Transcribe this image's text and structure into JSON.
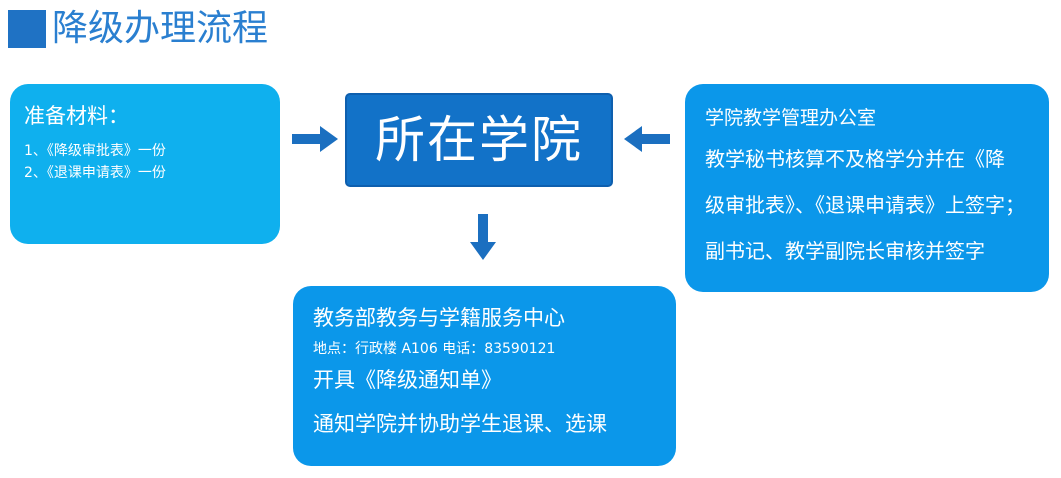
{
  "title": "降级办理流程",
  "colors": {
    "title_square": "#1f72c4",
    "title_text": "#2a7fd0",
    "materials_box": "#0fb0ee",
    "college_box": "#1272c8",
    "office_box": "#0b97ea",
    "center_box": "#0b97ea",
    "arrow": "#1b6fc0"
  },
  "materials": {
    "heading": "准备材料：",
    "items": [
      "1、《降级审批表》一份",
      "2、《退课申请表》一份"
    ]
  },
  "college": {
    "label": "所在学院"
  },
  "office": {
    "heading": "学院教学管理办公室",
    "lines": [
      "教学秘书核算不及格学分并在《降",
      "级审批表》、《退课申请表》上签字；",
      "副书记、教学副院长审核并签字"
    ]
  },
  "center": {
    "heading": "教务部教务与学籍服务中心",
    "info": "地点：行政楼 A106  电话：83590121",
    "lines": [
      "开具《降级通知单》",
      "通知学院并协助学生退课、选课"
    ]
  }
}
